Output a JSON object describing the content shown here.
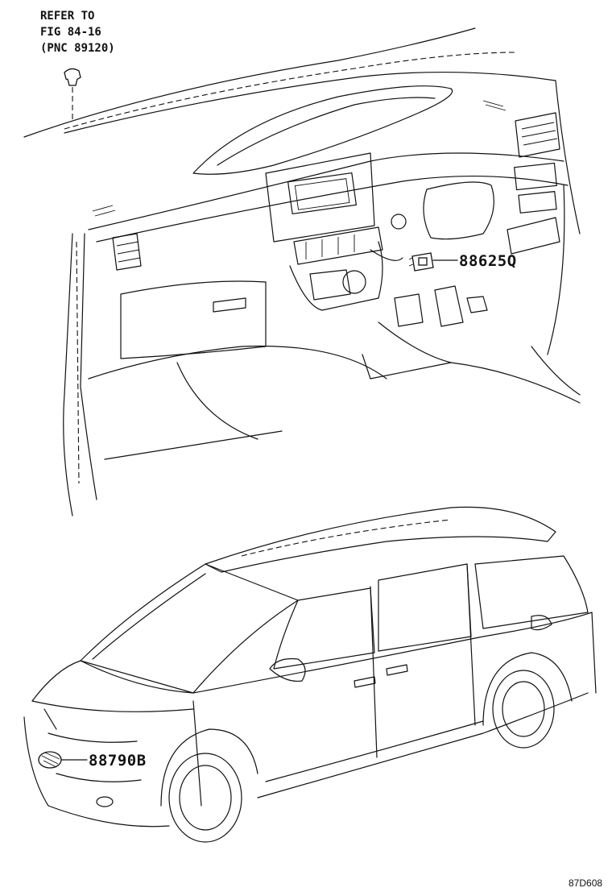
{
  "refer_note": {
    "line1": "REFER TO",
    "line2": "FIG 84-16",
    "line3": "(PNC 89120)"
  },
  "callouts": {
    "dash_switch": "88625Q",
    "front_sensor": "88790B"
  },
  "illustration_code": "87D608"
}
